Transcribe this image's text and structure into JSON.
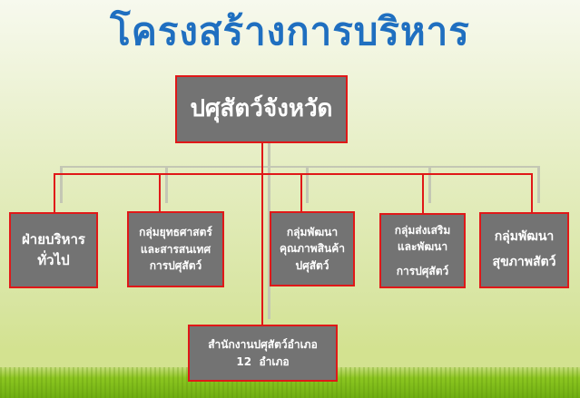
{
  "title": "โครงสร้างการบริหาร",
  "root": {
    "label": "ปศุสัตว์จังหวัด"
  },
  "departments": [
    {
      "lines": [
        "ฝ่ายบริหาร",
        "ทั่วไป"
      ]
    },
    {
      "lines": [
        "กลุ่มยุทธศาสตร์",
        "และสารสนเทศ",
        "การปศุสัตว์"
      ]
    },
    {
      "lines": [
        "กลุ่มพัฒนา",
        "คุณภาพสินค้า",
        "ปศุสัตว์"
      ]
    },
    {
      "lines": [
        "กลุ่มส่งเสริม",
        "และพัฒนา",
        "การปศุสัตว์"
      ]
    },
    {
      "lines": [
        "กลุ่มพัฒนา",
        "สุขภาพสัตว์"
      ]
    }
  ],
  "district": {
    "lines": [
      "สำนักงานปศุสัตว์อำเภอ",
      "12  อำเภอ"
    ]
  },
  "colors": {
    "title": "#1f6fc0",
    "box_fill": "#737373",
    "box_border": "#e01818",
    "connector": "#e01818"
  }
}
